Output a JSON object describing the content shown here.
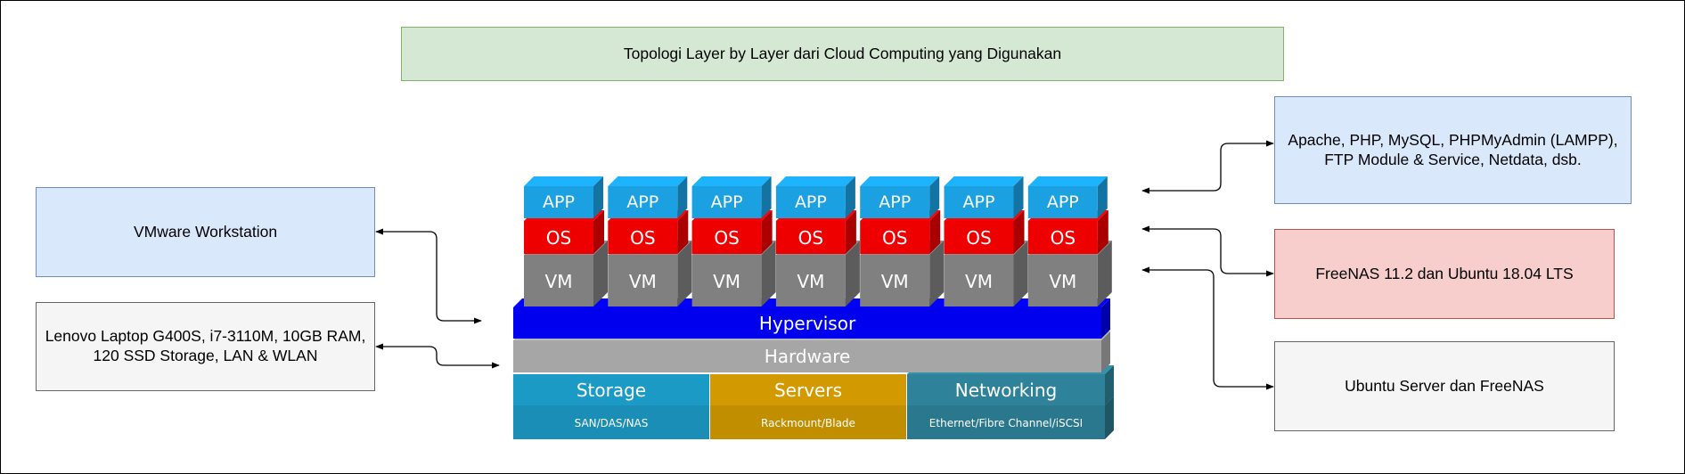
{
  "title": "Topologi Layer by Layer dari Cloud Computing yang Digunakan",
  "left_boxes": [
    {
      "id": "vmware",
      "text": "VMware Workstation"
    },
    {
      "id": "laptop",
      "text": "Lenovo Laptop G400S, i7-3110M, 10GB RAM, 120 SSD Storage, LAN & WLAN"
    }
  ],
  "right_boxes": [
    {
      "id": "apps",
      "text": "Apache, PHP, MySQL, PHPMyAdmin (LAMPP), FTP Module & Service, Netdata, dsb."
    },
    {
      "id": "os",
      "text": "FreeNAS 11.2 dan Ubuntu 18.04 LTS"
    },
    {
      "id": "vm",
      "text": "Ubuntu Server dan FreeNAS"
    }
  ],
  "stack": {
    "app_label": "APP",
    "os_label": "OS",
    "vm_label": "VM",
    "column_count": 7,
    "hypervisor": "Hypervisor",
    "hardware": "Hardware",
    "infra": [
      {
        "name": "Storage",
        "sub": "SAN/DAS/NAS"
      },
      {
        "name": "Servers",
        "sub": "Rackmount/Blade"
      },
      {
        "name": "Networking",
        "sub": "Ethernet/Fibre Channel/iSCSI"
      }
    ]
  },
  "colors": {
    "title_fill": "#d5e8d4",
    "title_border": "#82b366",
    "blue_box_fill": "#dae8fc",
    "blue_box_border": "#6c8ebf",
    "red_box_fill": "#f8cecc",
    "red_box_border": "#b85450",
    "gray_box_fill": "#f5f5f5",
    "gray_box_border": "#666666",
    "app": "#1ba1e2",
    "os": "#ee0000",
    "vm": "#808080",
    "hypervisor": "#0000ee",
    "hardware": "#a6a6a6",
    "storage": "#1c9ac6",
    "servers": "#d29a00",
    "networking": "#2e8299"
  }
}
